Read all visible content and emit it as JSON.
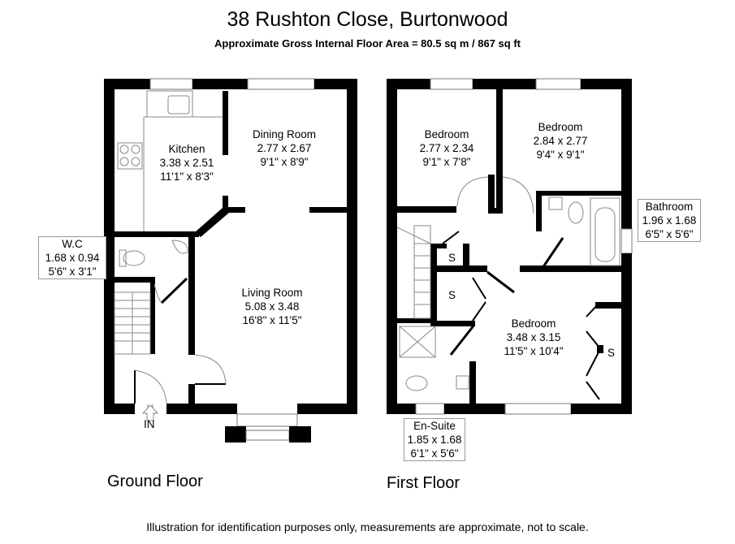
{
  "header": {
    "title": "38 Rushton Close, Burtonwood",
    "subtitle": "Approximate Gross Internal Floor Area = 80.5 sq m / 867 sq ft"
  },
  "ground_floor": {
    "label": "Ground Floor",
    "entrance_label": "IN",
    "rooms": [
      {
        "name": "Kitchen",
        "metric": "3.38 x 2.51",
        "imperial": "11'1\" x 8'3\""
      },
      {
        "name": "Dining Room",
        "metric": "2.77 x 2.67",
        "imperial": "9'1\" x 8'9\""
      },
      {
        "name": "Living Room",
        "metric": "5.08 x 3.48",
        "imperial": "16'8\" x 11'5\""
      },
      {
        "name": "W.C",
        "metric": "1.68 x 0.94",
        "imperial": "5'6\" x 3'1\""
      }
    ]
  },
  "first_floor": {
    "label": "First Floor",
    "storage_label": "S",
    "rooms": [
      {
        "name": "Bedroom",
        "metric": "2.77 x 2.34",
        "imperial": "9'1\" x 7'8\""
      },
      {
        "name": "Bedroom",
        "metric": "2.84 x 2.77",
        "imperial": "9'4\" x 9'1\""
      },
      {
        "name": "Bathroom",
        "metric": "1.96 x 1.68",
        "imperial": "6'5\" x 5'6\""
      },
      {
        "name": "Bedroom",
        "metric": "3.48 x 3.15",
        "imperial": "11'5\" x 10'4\""
      },
      {
        "name": "En-Suite",
        "metric": "1.85 x 1.68",
        "imperial": "6'1\" x 5'6\""
      }
    ]
  },
  "footer": {
    "disclaimer": "Illustration for identification purposes only, measurements are approximate, not to scale."
  }
}
